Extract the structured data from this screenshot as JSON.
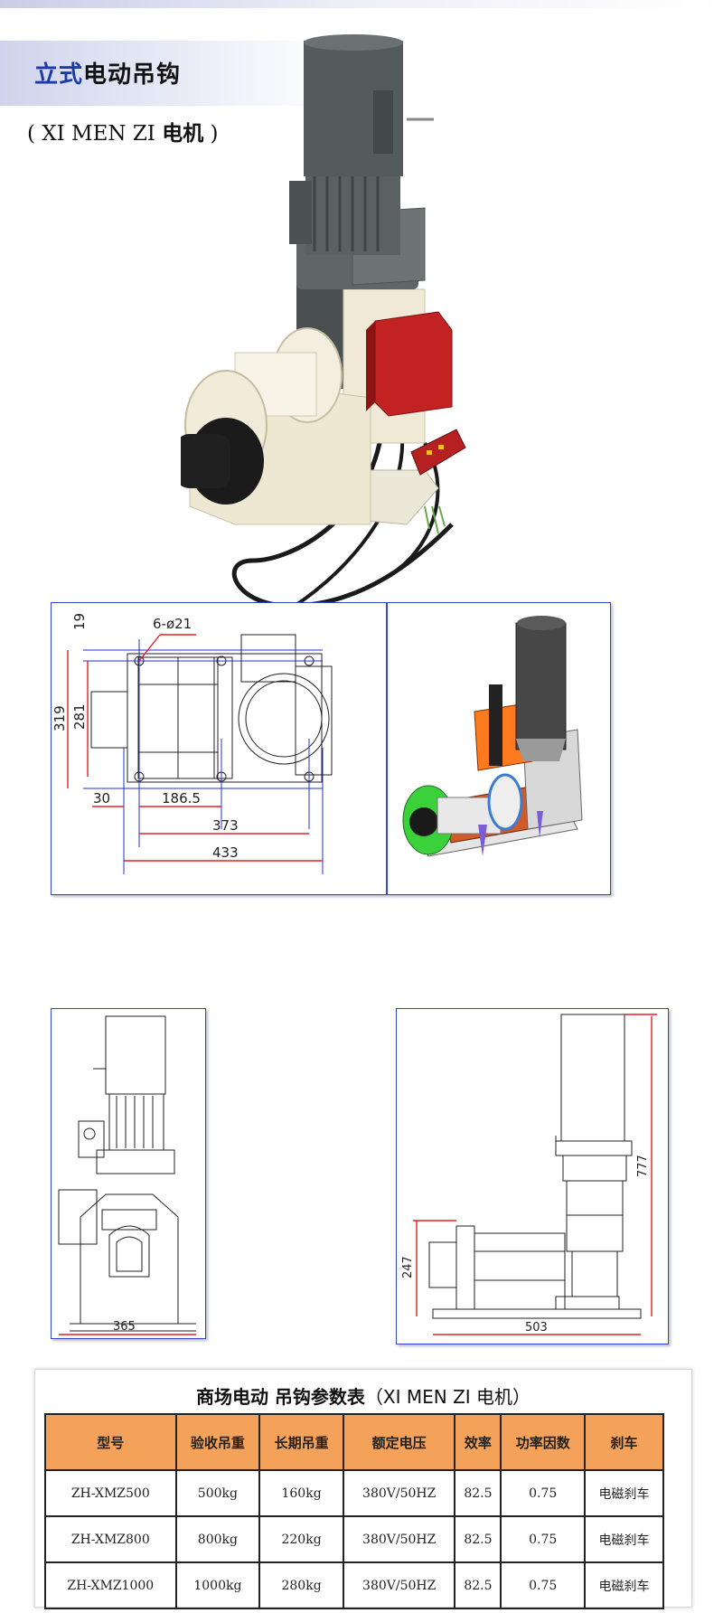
{
  "header": {
    "title_blue": "立式",
    "title_black": "电动吊钩",
    "subtitle_open": "( XI  MEN ZI ",
    "subtitle_bold": "电机",
    "subtitle_close": " )"
  },
  "drawing_top": {
    "dim_19": "19",
    "hole_spec": "6-ø21",
    "dim_319": "319",
    "dim_281": "281",
    "dim_30": "30",
    "dim_186_5": "186.5",
    "dim_373": "373",
    "dim_433": "433"
  },
  "drawing_side": {
    "dim_365": "365"
  },
  "drawing_front": {
    "dim_777": "777",
    "dim_247": "247",
    "dim_503": "503"
  },
  "table": {
    "caption_bold": "商场电动 吊钩参数表",
    "caption_normal": "（XI MEN  ZI  电机）",
    "headers": [
      "型号",
      "验收吊重",
      "长期吊重",
      "额定电压",
      "效率",
      "功率因数",
      "刹车"
    ],
    "rows": [
      [
        "ZH-XMZ500",
        "500kg",
        "160kg",
        "380V/50HZ",
        "82.5",
        "0.75",
        "电磁刹车"
      ],
      [
        "ZH-XMZ800",
        "800kg",
        "220kg",
        "380V/50HZ",
        "82.5",
        "0.75",
        "电磁刹车"
      ],
      [
        "ZH-XMZ1000",
        "1000kg",
        "280kg",
        "380V/50HZ",
        "82.5",
        "0.75",
        "电磁刹车"
      ]
    ]
  },
  "colors": {
    "accent_blue": "#1c3aa8",
    "table_header": "#f4a15a",
    "panel_border": "#3347c8",
    "dimension_red": "#e02020"
  }
}
